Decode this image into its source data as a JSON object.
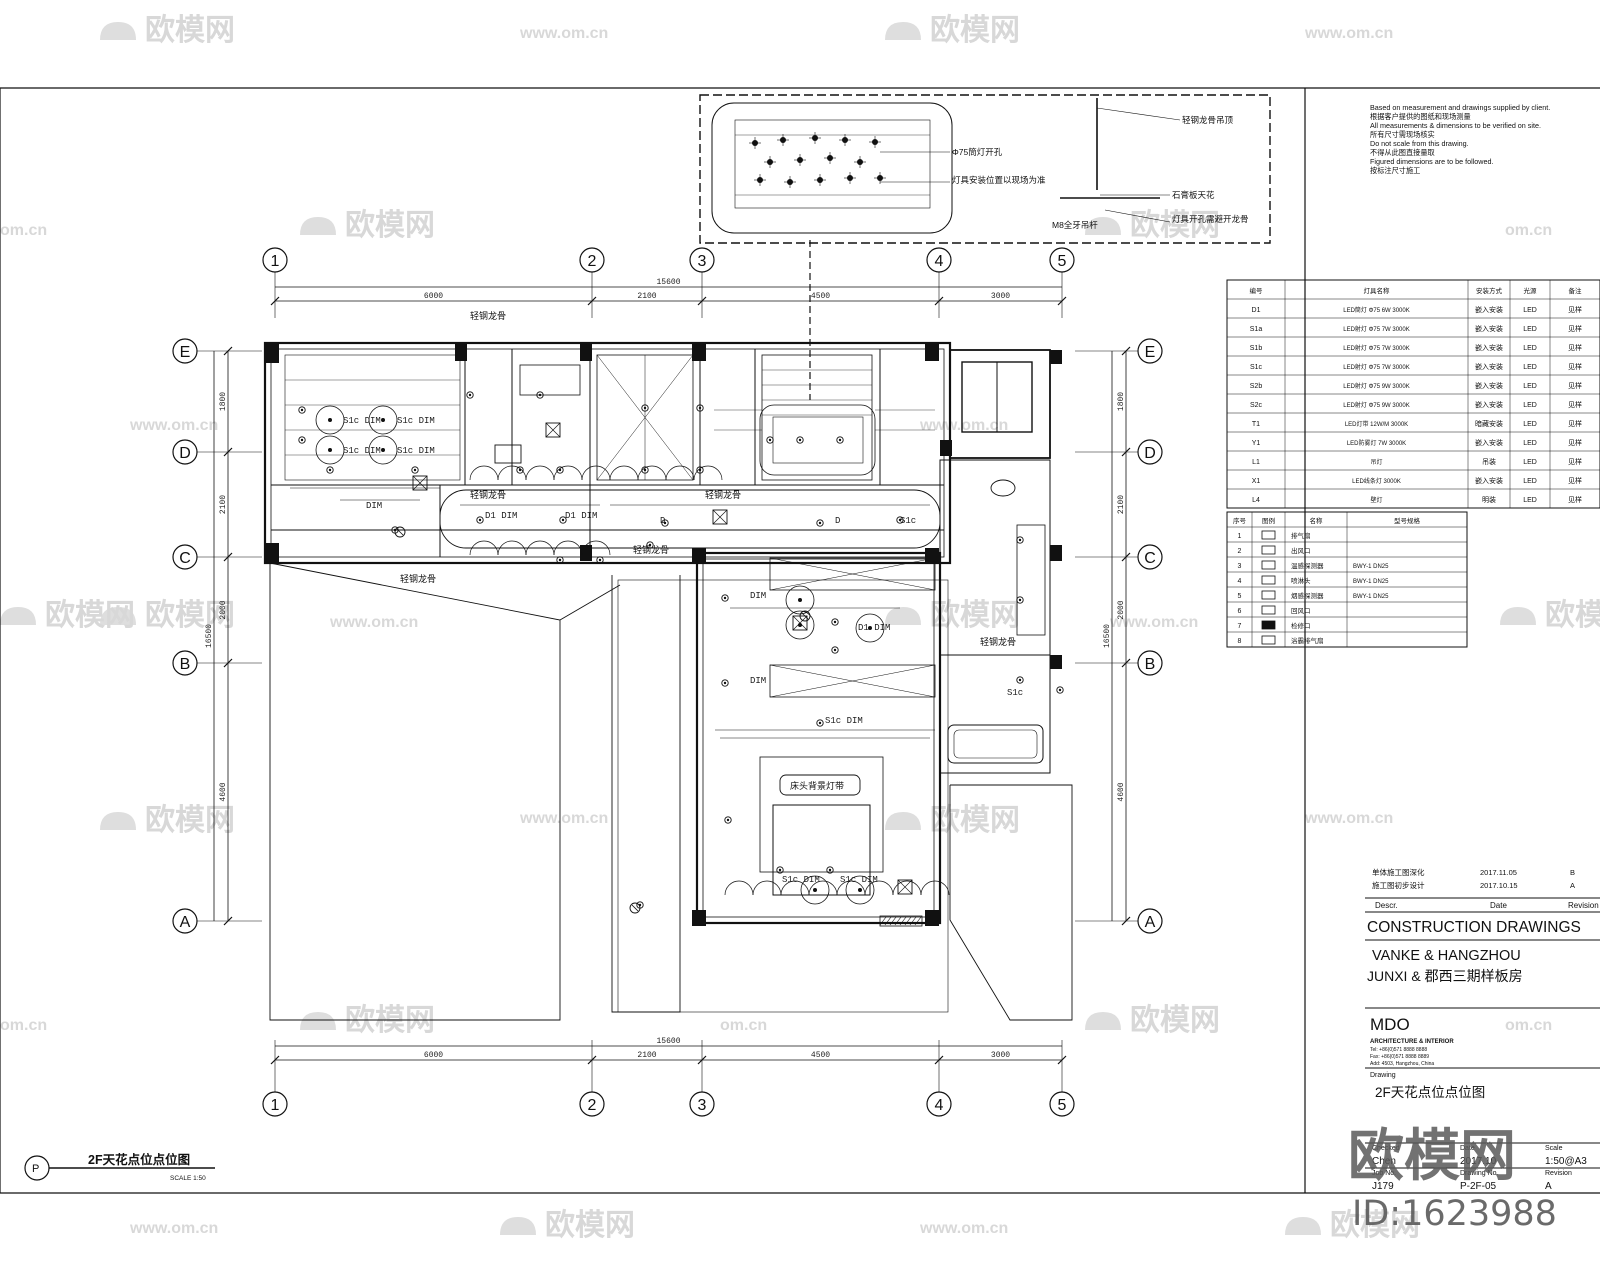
{
  "watermark": {
    "brand": "欧模网",
    "url": "www.om.cn",
    "url_short": "om.cn"
  },
  "grid": {
    "columns": [
      "1",
      "2",
      "3",
      "4",
      "5"
    ],
    "rows": [
      "E",
      "D",
      "C",
      "B",
      "A"
    ]
  },
  "dims": {
    "top_total": "15600",
    "top_segments": [
      "6000",
      "2100",
      "4500",
      "3000"
    ],
    "bottom_total": "15600",
    "bottom_segments": [
      "6000",
      "2100",
      "4500",
      "3000"
    ],
    "left_total": "16500",
    "left_segments": [
      "1800",
      "2100",
      "2000",
      "4600"
    ],
    "right_total": "16500",
    "right_segments": [
      "1800",
      "2100",
      "2000",
      "4600"
    ]
  },
  "plan_labels": {
    "dim": "DIM",
    "s1c_dim": "S1c DIM",
    "d1_dim": "D1 DIM",
    "d": "D",
    "s1c": "S1c",
    "ceiling_line": "轻钢龙骨",
    "headboard": "床头背景灯带"
  },
  "notes": [
    "Based on measurement and drawings supplied by client.",
    "根据客户提供的图纸和现场测量",
    "All measurements & dimensions to be verified on site.",
    "所有尺寸需现场核实",
    "Do not scale from this drawing.",
    "不得从此图直接量取",
    "Figured dimensions are to be followed.",
    "按标注尺寸施工"
  ],
  "detail_labels": {
    "callout_a": "Φ75筒灯开孔",
    "callout_b": "灯具安装位置以现场为准",
    "callout_c": "轻钢龙骨吊顶",
    "callout_d": "石膏板天花",
    "callout_e": "M8全牙吊杆",
    "callout_f": "灯具开孔需避开龙骨"
  },
  "fixture_table": {
    "headers": [
      "编号",
      "灯具名称",
      "安装方式",
      "光源",
      "备注"
    ],
    "rows": [
      [
        "D1",
        "LED筒灯 Φ75 6W 3000K",
        "嵌入安装",
        "LED",
        "见样"
      ],
      [
        "S1a",
        "LED射灯 Φ75 7W 3000K",
        "嵌入安装",
        "LED",
        "见样"
      ],
      [
        "S1b",
        "LED射灯 Φ75 7W 3000K",
        "嵌入安装",
        "LED",
        "见样"
      ],
      [
        "S1c",
        "LED射灯 Φ75 7W 3000K",
        "嵌入安装",
        "LED",
        "见样"
      ],
      [
        "S2b",
        "LED射灯 Φ75 9W 3000K",
        "嵌入安装",
        "LED",
        "见样"
      ],
      [
        "S2c",
        "LED射灯 Φ75 9W 3000K",
        "嵌入安装",
        "LED",
        "见样"
      ],
      [
        "T1",
        "LED灯带 12W/M 3000K",
        "暗藏安装",
        "LED",
        "见样"
      ],
      [
        "Y1",
        "LED防雾灯 7W 3000K",
        "嵌入安装",
        "LED",
        "见样"
      ],
      [
        "L1",
        "吊灯",
        "吊装",
        "LED",
        "见样"
      ],
      [
        "X1",
        "LED线条灯 3000K",
        "嵌入安装",
        "LED",
        "见样"
      ],
      [
        "L4",
        "壁灯",
        "明装",
        "LED",
        "见样"
      ]
    ]
  },
  "symbol_table": {
    "headers": [
      "序号",
      "图例",
      "名称",
      "型号规格"
    ],
    "rows": [
      [
        "1",
        "",
        "排气扇",
        ""
      ],
      [
        "2",
        "",
        "出风口",
        ""
      ],
      [
        "3",
        "",
        "温感探测器",
        "BWY-1 DN25"
      ],
      [
        "4",
        "",
        "喷淋头",
        "BWY-1 DN25"
      ],
      [
        "5",
        "",
        "烟感探测器",
        "BWY-1 DN25"
      ],
      [
        "6",
        "",
        "回风口",
        ""
      ],
      [
        "7",
        "",
        "检修口",
        ""
      ],
      [
        "8",
        "",
        "浴霸排气扇",
        ""
      ]
    ]
  },
  "revisions": [
    {
      "desc": "单体施工图深化",
      "date": "2017.11.05",
      "rev": "B"
    },
    {
      "desc": "施工图初步设计",
      "date": "2017.10.15",
      "rev": "A"
    }
  ],
  "revision_headers": [
    "Descr.",
    "Date",
    "Revision"
  ],
  "title_block": {
    "heading": "CONSTRUCTION DRAWINGS",
    "project_1": "VANKE & HANGZHOU",
    "project_2": "JUNXI & 郡西三期样板房",
    "firm": "MDO",
    "firm_sub": "ARCHITECTURE & INTERIOR",
    "firm_tel": "Tel: +86(0)571 8888 8888",
    "firm_fax": "Fax: +86(0)571 8888 8889",
    "firm_addr": "Add: 4503, Hangzhou, China",
    "drawing_label": "Drawing",
    "drawing_title": "2F天花点位点位图",
    "checked_label": "Checked",
    "date_label": "Date",
    "scale_label": "Scale",
    "checked": "Chen",
    "date": "2017.10",
    "scale": "1:50@A3",
    "job_label": "Job No.",
    "drawing_no_label": "Drawing No.",
    "revision_label": "Revision",
    "job_no": "J179",
    "drawing_no": "P-2F-05",
    "revision": "A"
  },
  "plan_title": {
    "marker": "P",
    "title": "2F天花点位点位图",
    "scale": "SCALE 1:50"
  },
  "brand_logo": {
    "text": "欧模网",
    "id": "ID:1623988"
  }
}
